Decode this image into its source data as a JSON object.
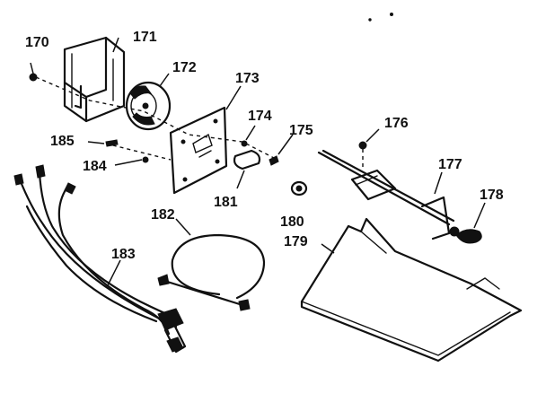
{
  "labels": {
    "p170": "170",
    "p171": "171",
    "p172": "172",
    "p173": "173",
    "p174": "174",
    "p175": "175",
    "p176": "176",
    "p177": "177",
    "p178": "178",
    "p179": "179",
    "p180": "180",
    "p181": "181",
    "p182": "182",
    "p183": "183",
    "p184": "184",
    "p185": "185"
  }
}
